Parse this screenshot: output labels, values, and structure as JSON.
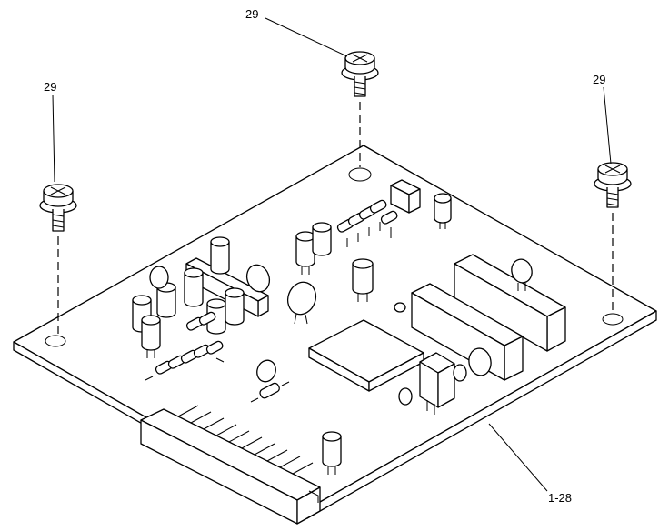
{
  "callouts": {
    "screw_left": "29",
    "screw_center": "29",
    "screw_right": "29",
    "board": "1-28"
  }
}
